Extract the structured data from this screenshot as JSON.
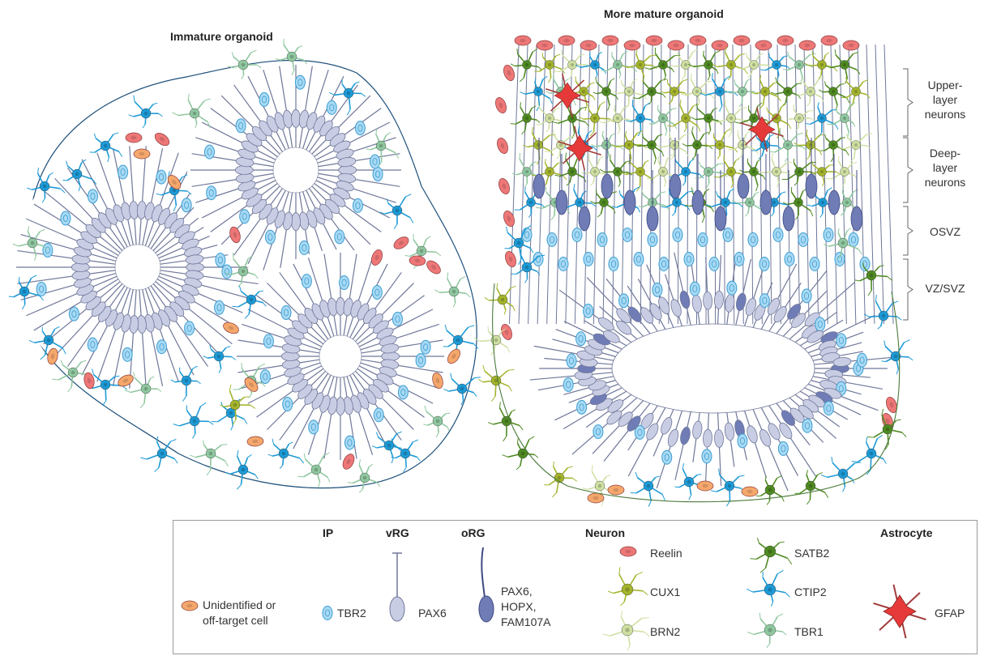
{
  "titles": {
    "immature": "Immature organoid",
    "mature": "More mature organoid"
  },
  "zones": [
    {
      "label": "Upper-\nlayer\nneurons"
    },
    {
      "label": "Deep-\nlayer\nneurons"
    },
    {
      "label": "OSVZ"
    },
    {
      "label": "VZ/SVZ"
    }
  ],
  "legend": {
    "headers": {
      "ip": "IP",
      "vrg": "vRG",
      "org": "oRG",
      "neuron": "Neuron",
      "astrocyte": "Astrocyte"
    },
    "unidentified": "Unidentified or\noff-target cell",
    "tbr2": "TBR2",
    "pax6": "PAX6",
    "org_markers": "PAX6,\nHOPX,\nFAM107A",
    "reelin": "Reelin",
    "cux1": "CUX1",
    "brn2": "BRN2",
    "satb2": "SATB2",
    "ctip2": "CTIP2",
    "tbr1": "TBR1",
    "gfap": "GFAP"
  },
  "colors": {
    "rg_fill": "#c9cde4",
    "rg_stroke": "#6f7799",
    "org_fill": "#6f7cb5",
    "ip_fill": "#a9d9f3",
    "ip_stroke": "#3b9ed3",
    "reelin": "#ee7777",
    "unidentified": "#f5a76c",
    "cux1": "#a4b42c",
    "brn2": "#cfe0a2",
    "satb2": "#4f8a22",
    "ctip2": "#1d9ad6",
    "tbr1": "#8fc79f",
    "astrocyte": "#e63a3a",
    "axon_blue": "#1c4f7a",
    "axon_green": "#4a7a3a"
  }
}
